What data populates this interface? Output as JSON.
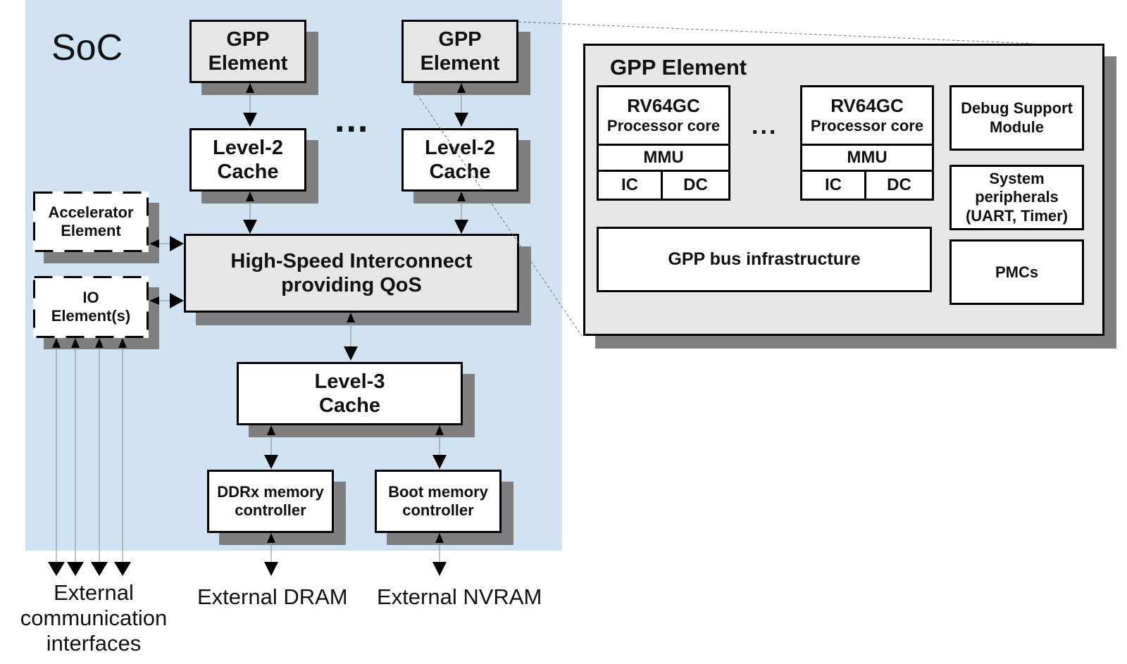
{
  "soc": {
    "title": "SoC",
    "gpp_left": "GPP\nElement",
    "gpp_right": "GPP\nElement",
    "l2_left": "Level-2\nCache",
    "l2_right": "Level-2\nCache",
    "ellipsis": "...",
    "accelerator": "Accelerator\nElement",
    "io": "IO\nElement(s)",
    "interconnect": "High-Speed Interconnect\nproviding QoS",
    "l3": "Level-3\nCache",
    "ddr_ctrl": "DDRx memory\ncontroller",
    "boot_ctrl": "Boot memory\ncontroller"
  },
  "external": {
    "comm": "External\ncommunication\ninterfaces",
    "dram": "External DRAM",
    "nvram": "External NVRAM"
  },
  "gpp_detail": {
    "title": "GPP Element",
    "core_left": {
      "name": "RV64GC",
      "sub": "Processor core",
      "mmu": "MMU",
      "ic": "IC",
      "dc": "DC"
    },
    "core_right": {
      "name": "RV64GC",
      "sub": "Processor core",
      "mmu": "MMU",
      "ic": "IC",
      "dc": "DC"
    },
    "ellipsis": "...",
    "debug": "Debug Support\nModule",
    "sysper": "System\nperipherals\n(UART, Timer)",
    "bus": "GPP bus infrastructure",
    "pmcs": "PMCs"
  }
}
